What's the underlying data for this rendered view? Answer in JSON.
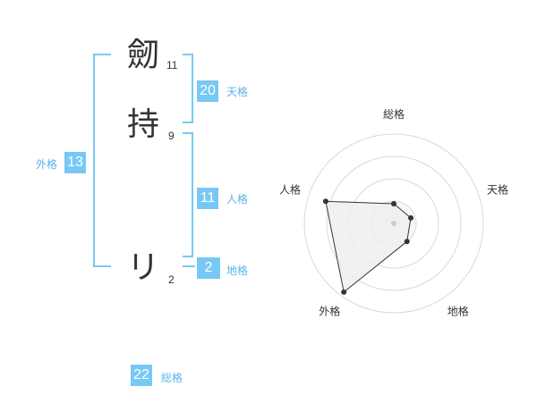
{
  "colors": {
    "accent": "#78c8f5",
    "label_text": "#5ab4ea",
    "text": "#333333",
    "radar_ring": "#d9d9d9",
    "radar_fill": "#eeeeee",
    "radar_line": "#333333"
  },
  "name": {
    "characters": [
      {
        "char": "劒",
        "strokes": "11"
      },
      {
        "char": "持",
        "strokes": "9"
      },
      {
        "char": "リ",
        "strokes": "2"
      }
    ]
  },
  "kakusu": {
    "tenkaku": {
      "value": "20",
      "label": "天格"
    },
    "jinkaku": {
      "value": "11",
      "label": "人格"
    },
    "chikaku": {
      "value": "2",
      "label": "地格"
    },
    "gaikaku": {
      "value": "13",
      "label": "外格"
    },
    "soukaku": {
      "value": "22",
      "label": "総格"
    }
  },
  "chart_data": {
    "type": "radar",
    "axes": [
      "総格",
      "天格",
      "地格",
      "外格",
      "人格"
    ],
    "values": [
      0.22,
      0.2,
      0.25,
      0.95,
      0.8
    ],
    "rings": 4,
    "range": [
      0,
      1
    ]
  }
}
